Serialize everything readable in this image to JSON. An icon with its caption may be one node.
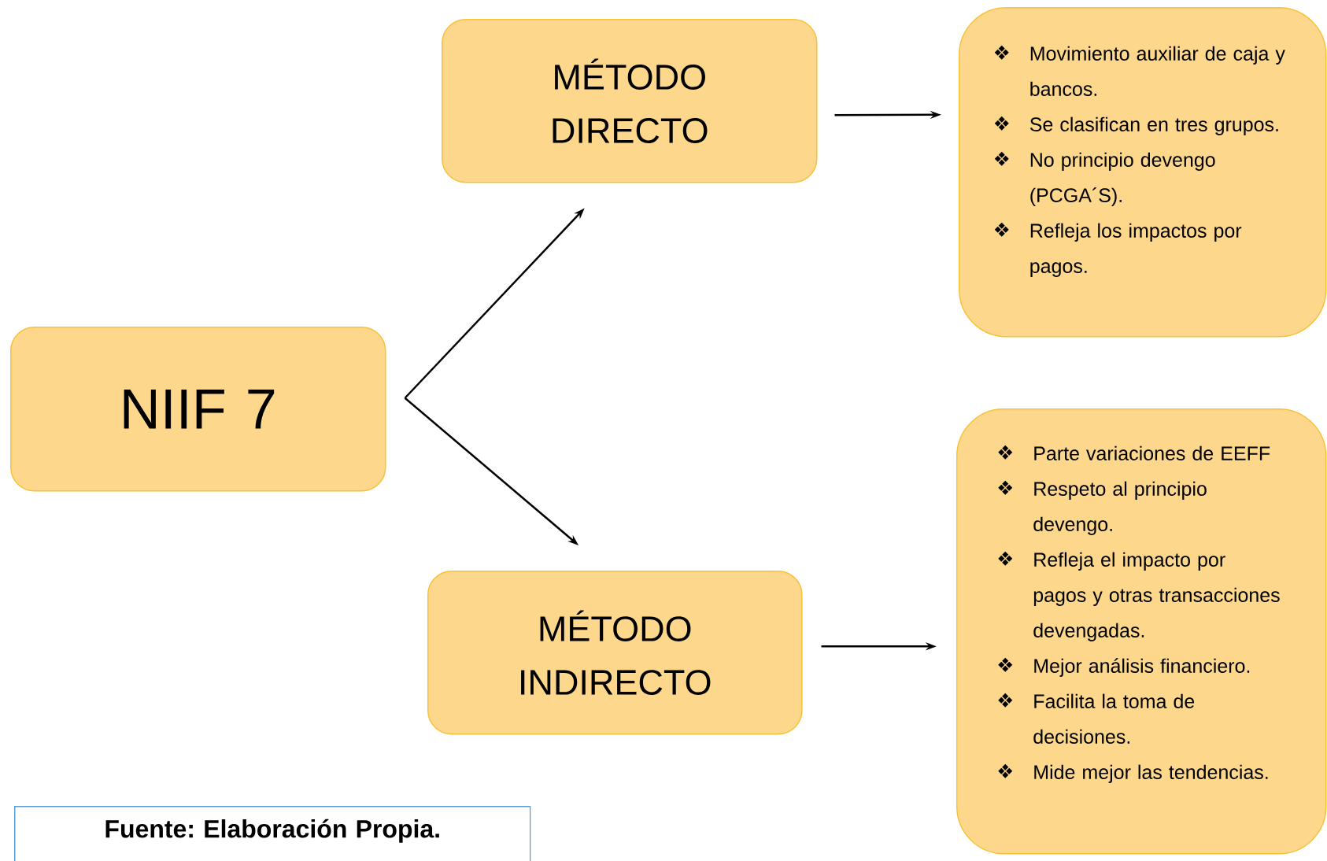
{
  "diagram": {
    "nodes": [
      {
        "text": [
          "NIIF 7"
        ]
      },
      {
        "text": [
          "MÉTODO DIRECTO"
        ]
      },
      {
        "text": [
          "Movimiento auxiliar de caja y bancos.",
          "Se clasifican en tres grupos.",
          "No principio devengo (PCGA´S).",
          "Refleja los impactos por pagos."
        ]
      },
      {
        "text": [
          "MÉTODO INDIRECTO"
        ]
      },
      {
        "text": [
          "Parte variaciones de EEFF",
          "Respeto al principio devengo.",
          "Refleja el impacto por pagos y otras transacciones devengadas.",
          "Mejor análisis financiero.",
          "Facilita la toma de decisiones.",
          "Mide mejor las tendencias."
        ]
      },
      {
        "text": [
          "Fuente: Elaboración Propia."
        ]
      }
    ],
    "edges": [
      {
        "from": 0,
        "to": 1,
        "arrow": "to"
      },
      {
        "from": 0,
        "to": 3,
        "arrow": "to"
      },
      {
        "from": 1,
        "to": 2,
        "arrow": "to"
      },
      {
        "from": 3,
        "to": 4,
        "arrow": "to"
      }
    ]
  }
}
